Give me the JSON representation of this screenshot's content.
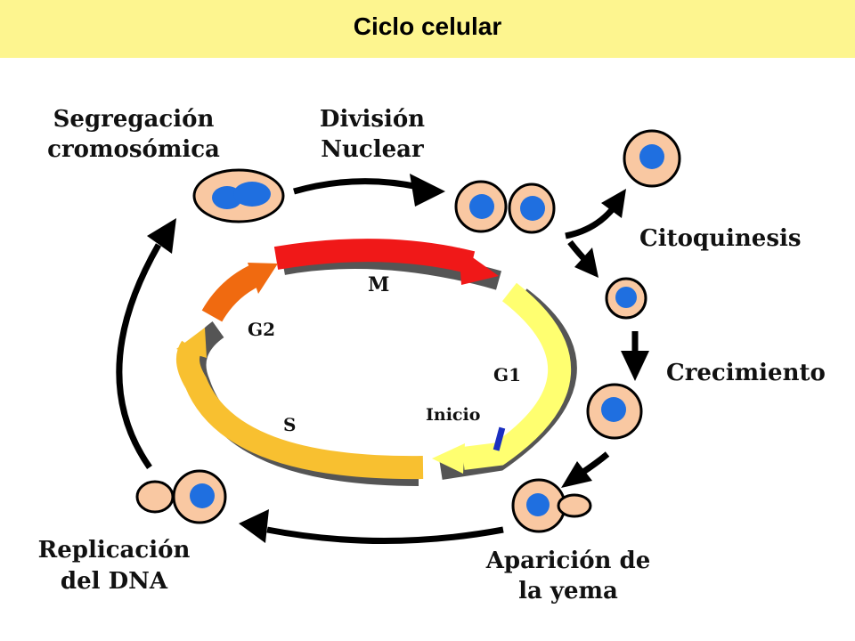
{
  "title": "Ciclo  celular",
  "stages": {
    "segregacion": [
      "Segregación",
      "cromosómica"
    ],
    "division": [
      "División",
      "Nuclear"
    ],
    "citoquinesis": "Citoquinesis",
    "crecimiento": "Crecimiento",
    "aparicion": [
      "Aparición de",
      "la yema"
    ],
    "replicacion": [
      "Replicación",
      "del DNA"
    ]
  },
  "phases": {
    "m": "M",
    "g1": "G1",
    "g2": "G2",
    "s": "S",
    "inicio": "Inicio"
  },
  "colors": {
    "title_bg": "#fdf58f",
    "cell_fill": "#f9c8a2",
    "nucleus": "#1f6fe0",
    "phase_m": "#f01818",
    "phase_g2": "#f06a10",
    "phase_s": "#f8c030",
    "phase_g1": "#ffff70",
    "inicio_mark": "#1a2fc0"
  }
}
